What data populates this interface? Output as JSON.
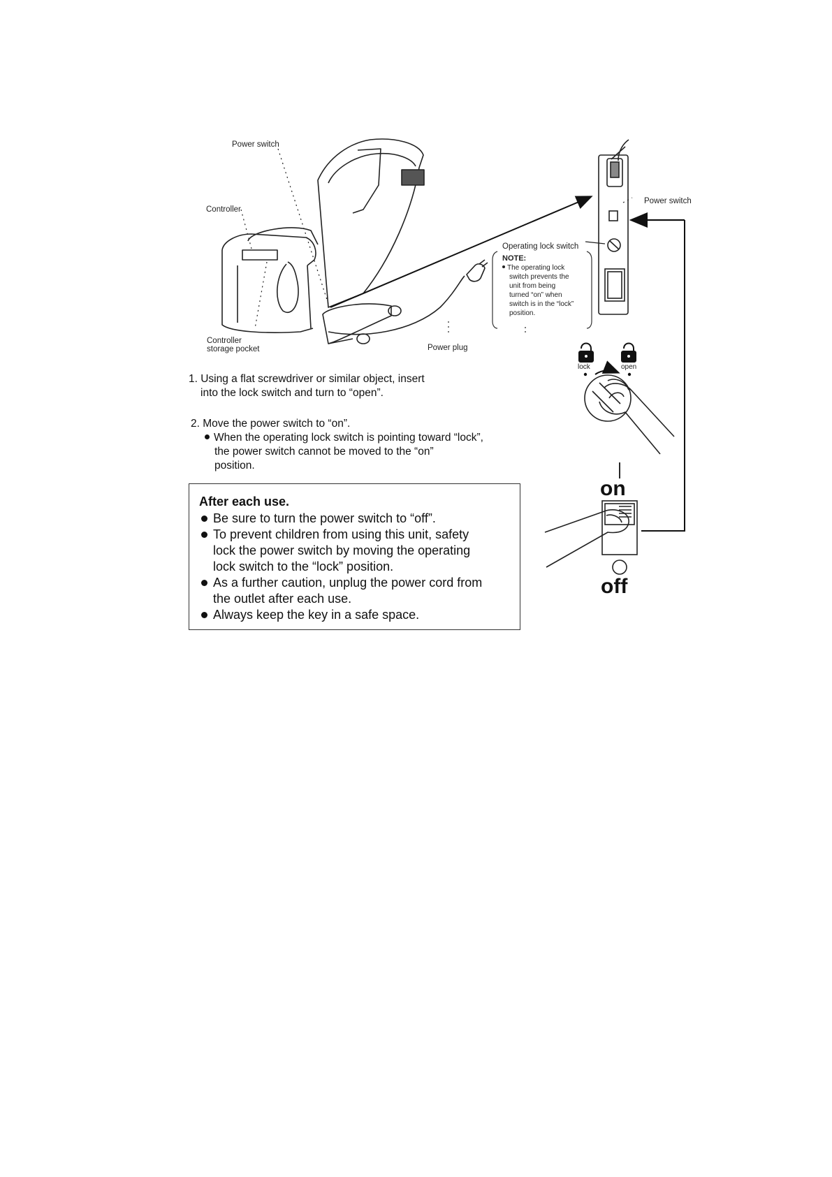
{
  "labels": {
    "power_switch_chair": "Power switch",
    "controller": "Controller",
    "controller_pocket_1": "Controller",
    "controller_pocket_2": "storage pocket",
    "power_plug": "Power plug",
    "power_switch_remote": "Power switch",
    "operating_lock_switch": "Operating lock switch",
    "lock": "lock",
    "open": "open",
    "on": "on",
    "off": "off"
  },
  "note": {
    "title": "NOTE:",
    "lines": [
      "The operating lock",
      "switch prevents the",
      "unit from being",
      "turned “on” when",
      "switch is in the “lock”",
      "position."
    ]
  },
  "steps": {
    "step1_line1": "1. Using a flat screwdriver or similar object, insert",
    "step1_line2": "into the lock  switch and turn to “open”.",
    "step2_line1": "2. Move the power switch to “on”.",
    "step2_bullet_line1": "When the operating lock switch is pointing toward “lock”,",
    "step2_bullet_line2": "the power switch cannot be moved to the “on”",
    "step2_bullet_line3": "position."
  },
  "caution": {
    "title": "After each use.",
    "b1_l1": "Be sure to turn the power switch to “off”.",
    "b2_l1": "To prevent children from using this unit, safety",
    "b2_l2": "lock the power switch by moving the operating",
    "b2_l3": "lock switch to the “lock” position.",
    "b3_l1": "As a further caution, unplug the power cord from",
    "b3_l2": "the outlet after each use.",
    "b4_l1": "Always keep the key in a safe space."
  },
  "icons": [
    "massage-chair-illustration",
    "remote-controller-icon",
    "padlock-closed-icon",
    "padlock-open-icon",
    "lock-dial-icon",
    "finger-icon",
    "rocker-switch-icon"
  ]
}
